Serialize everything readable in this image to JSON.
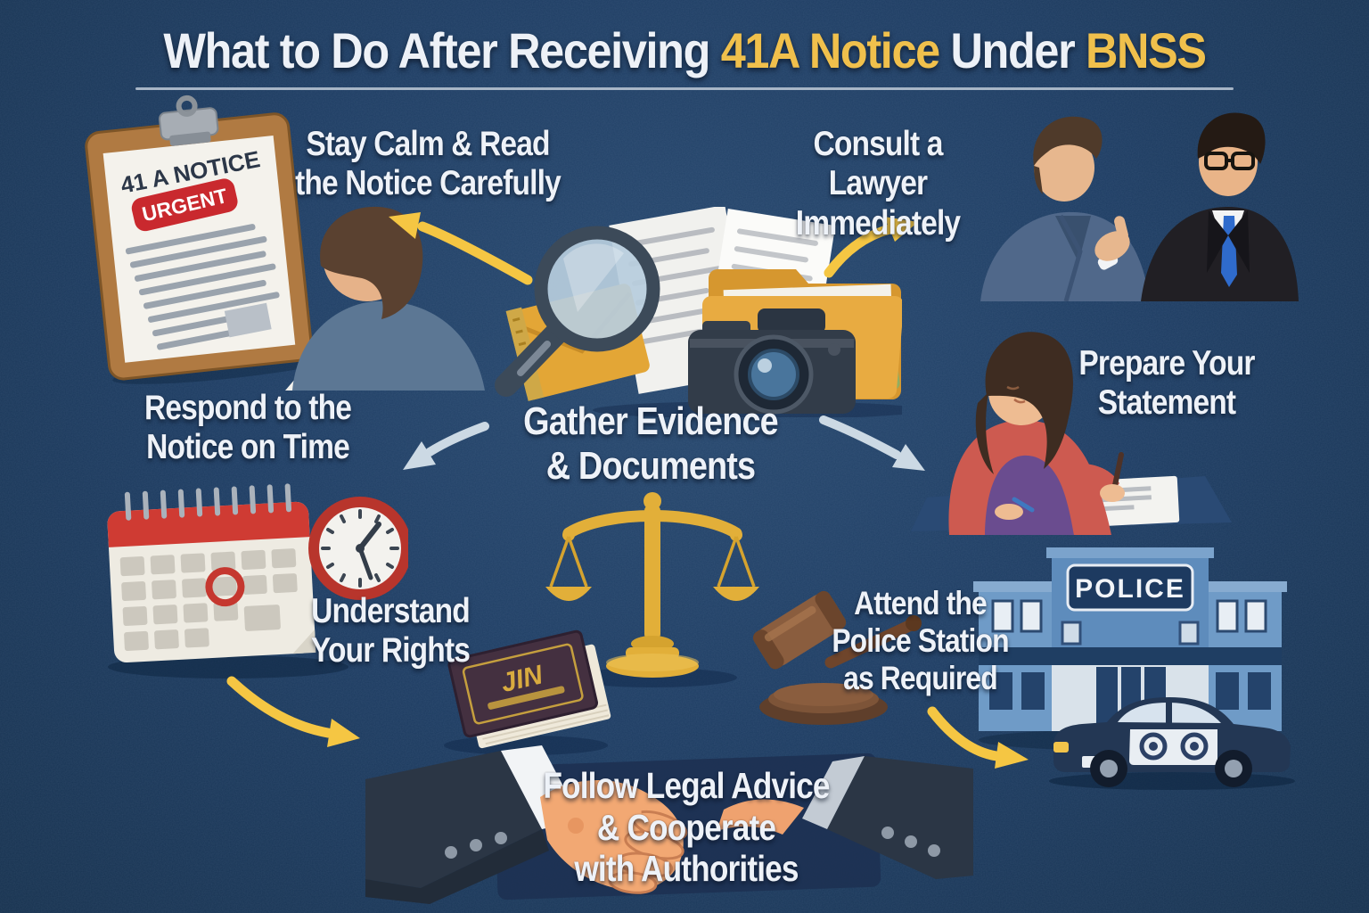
{
  "title": {
    "prefix": "What to Do After Receiving",
    "highlight_notice": "41A Notice",
    "middle": "Under",
    "highlight_act": "BNSS"
  },
  "steps": [
    {
      "id": "stay-calm",
      "lines": [
        "Stay Calm & Read",
        "the Notice Carefully"
      ]
    },
    {
      "id": "consult-lawyer",
      "lines": [
        "Consult a Lawyer",
        "Immediately"
      ]
    },
    {
      "id": "gather-evidence",
      "lines": [
        "Gather Evidence",
        "& Documents"
      ]
    },
    {
      "id": "respond-on-time",
      "lines": [
        "Respond to the",
        "Notice on Time"
      ]
    },
    {
      "id": "prepare-statement",
      "lines": [
        "Prepare Your",
        "Statement"
      ]
    },
    {
      "id": "understand-rights",
      "lines": [
        "Understand",
        "Your Rights"
      ]
    },
    {
      "id": "attend-police-station",
      "lines": [
        "Attend the",
        "Police Station",
        "as Required"
      ]
    },
    {
      "id": "follow-legal-advice",
      "lines": [
        "Follow Legal Advice",
        "& Cooperate",
        "with Authorities"
      ]
    }
  ],
  "clipboard": {
    "heading": "41 A NOTICE",
    "badge": "URGENT"
  },
  "law_book": {
    "title": "JIN"
  },
  "police_station": {
    "sign": "POLICE"
  },
  "colors": {
    "background": "#1e3d63",
    "title_white": "#edf1f7",
    "accent_yellow": "#f0c04c",
    "urgent_red": "#c9292e",
    "arrow_yellow": "#f5c643",
    "arrow_gray": "#ccd9e4"
  }
}
